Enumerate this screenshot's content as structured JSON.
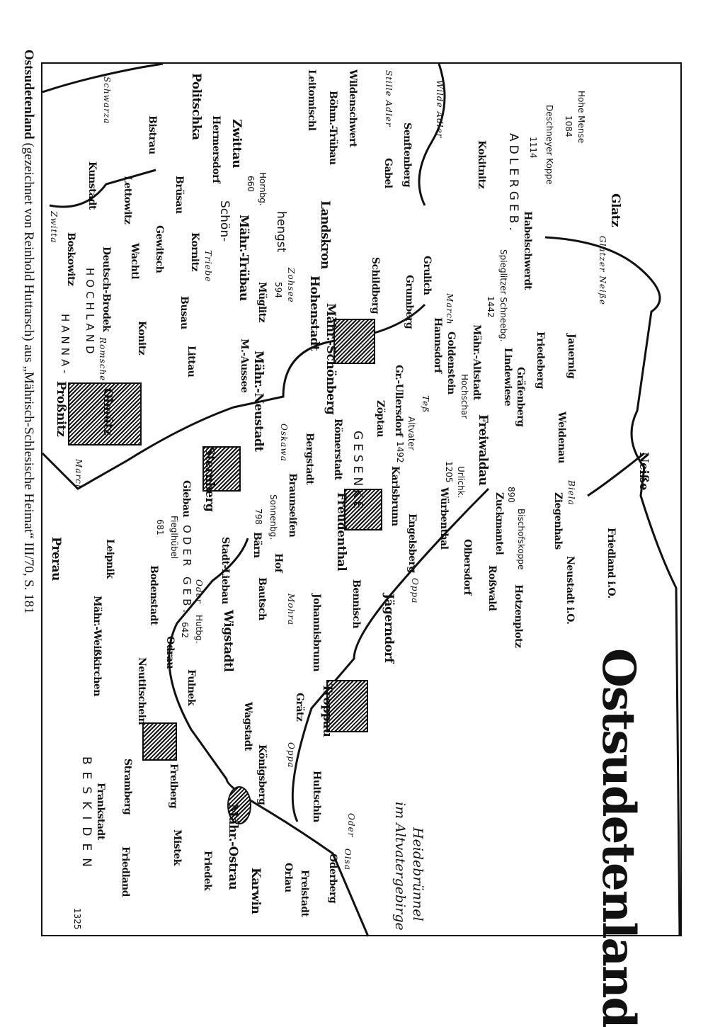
{
  "title": "Ostsudetenland",
  "vignette": {
    "line1": "Heidebrünnel",
    "line2": "im Altvatergebirge"
  },
  "caption": {
    "bold": "Ostsudetenland",
    "rest": " (gezeichnet von Reinhold Huttarsch) aus „Mährisch-Schlesische Heimat“ III/70, S. 181"
  },
  "towns": [
    "Glatz",
    "Habelschwerdt",
    "Kokitnitz",
    "Senftenberg",
    "Gabel",
    "Wildenschwert",
    "Böhm.-Trübau",
    "Leitomischl",
    "Politschka",
    "Bistrau",
    "Hermersdorf",
    "Zwittau",
    "Landskron",
    "Brüsau",
    "Lettowitz",
    "Kunstadt",
    "Mähr.-Trübau",
    "Gewitsch",
    "Kornitz",
    "Boskowitz",
    "Deutsch-Brodek",
    "Wachtl",
    "Konitz",
    "Busau",
    "Littau",
    "Müglitz",
    "Hohenstadt",
    "M.-Aussee",
    "Mähr.-Schönberg",
    "Schildberg",
    "Grulich",
    "Grumberg",
    "Mähr.-Altstadt",
    "Hannsdorf",
    "Goldenstein",
    "Lindewiese",
    "Gräfenberg",
    "Friedeberg",
    "Jauernig",
    "Weidenau",
    "Freiwaldau",
    "Gr.-Ullersdorf",
    "Zöptau",
    "Würbenthal",
    "Karlsbrunn",
    "Engelsberg",
    "Zuckmantel",
    "Ziegenhals",
    "Neiße",
    "Neustadt i.O.",
    "Friedland i.O.",
    "Hotzenplotz",
    "Olbersdorf",
    "Roßwald",
    "Jägerndorf",
    "Mähr.-Neustadt",
    "Olmütz",
    "Römerstadt",
    "Bergstadt",
    "Freudenthal",
    "Braunseifen",
    "Sternberg",
    "Giebau",
    "Bärn",
    "Hof",
    "Bautsch",
    "Stadt-Liebau",
    "Bodenstadt",
    "Wigstadtl",
    "Odrau",
    "Bennisch",
    "Johannisbrunn",
    "Leipnik",
    "Prerau",
    "Mähr.-Weißkirchen",
    "Troppau",
    "Grätz",
    "Fulnek",
    "Wagstadt",
    "Neutitschein",
    "Königsberg",
    "Hultschin",
    "Stramberg",
    "Freiberg",
    "Mähr.-Ostrau",
    "Oderberg",
    "Freistadt",
    "Orlau",
    "Karwin",
    "Friedek",
    "Mistek",
    "Friedland",
    "Frankstadt",
    "Proßnitz"
  ],
  "peaks": [
    "Hohe Mense",
    "1084",
    "Deschneyer Koppe",
    "1114",
    "Hornbg.",
    "660",
    "Schön-",
    "hengst",
    "594",
    "Spieglitzer Schneebg.",
    "1442",
    "Hochschar",
    "Altvater",
    "1492",
    "Urlichk.",
    "1205",
    "Bischofskoppe",
    "890",
    "Sonnenbg.",
    "798",
    "Fieglhübel",
    "681",
    "Hutbg.",
    "642",
    "1325"
  ],
  "regions": [
    "ADLERGEB.",
    "GESENKE",
    "ODER GEB.",
    "HOCHLAND",
    "HANNA-",
    "BESKIDEN"
  ],
  "rivers": [
    "Glatzer Neiße",
    "Wilde Adler",
    "Stille Adler",
    "Schwarza",
    "Zwitta",
    "Triebe",
    "Romsche",
    "March",
    "March",
    "Teß",
    "Oskawa",
    "Biela",
    "Oppa",
    "Mohra",
    "Oder",
    "Oppa",
    "Oder",
    "Olsa",
    "Zohsee"
  ]
}
